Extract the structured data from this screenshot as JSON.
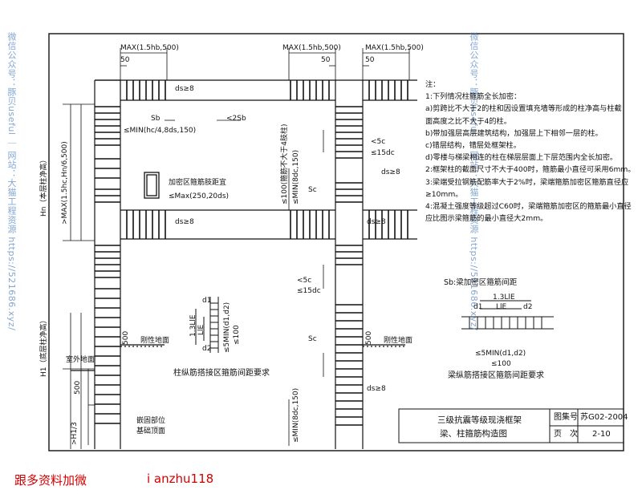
{
  "watermark_left": "微信公众号：豚贝useful ｜ 网站：大猫工程资源 https://521686.xyz/",
  "watermark_right": "微信公众号：豚贝useful ｜ 网站：大猫工程资源 https://521686.xyz/",
  "footer": {
    "left": "跟多资料加微",
    "right": "i anzhu118"
  },
  "dimensions": {
    "max_top": "MAX(1.5hb,500)",
    "d50": "50",
    "sb": "Sb",
    "lt2sb": "<2Sb",
    "min_hc": "≤MIN(hc/4,8ds,150)",
    "ds8": "ds≥8",
    "hn_label": "Hn（本层柱净高）",
    "hn_max": ">MAX(1.5hc,Hn/6,500)",
    "stirrup_spacing_label": "加密区箍筋肢距宜",
    "stirrup_spacing_value": "≤Max(250,20ds)",
    "sc": "Sc",
    "min8dc": "≤100(箍筋不大于4肢柱)",
    "min8dc2": "≤MIN(8dc,150)",
    "lt5c": "<5c",
    "lt15dc": "≤15dc",
    "h1_label": "H1（底层柱净高）",
    "ground_indoor": "室外地面",
    "ground_rigid": "刚性地面",
    "d500": "500",
    "h1_3": ">H1/3",
    "foundation": "嵌固部位",
    "foundation2": "基础顶面",
    "d1": "d1",
    "d2": "d2",
    "l13": "1.3LlE",
    "lle": "LlE",
    "min_d1d2": "≤5MIN(d1,d2)",
    "le100": "≤100",
    "col_splice_title": "柱纵筋搭接区箍筋间距要求",
    "beam_sb_title": "Sb:梁加密区箍筋间距",
    "beam_splice_title": "梁纵筋搭接区箍筋间距要求"
  },
  "notes": [
    "注：",
    "1:下列情况柱箍筋全长加密：",
    "  a)剪跨比不大于2的柱和因设置填充墙等形成的柱净高与柱截",
    "    面高度之比不大于4的柱。",
    "  b)带加强层高层建筑结构，加强层上下相邻一层的柱。",
    "  c)错层结构，错层处框架柱。",
    "  d)零楼与梯梁相连的柱在梯层层面上下层范围内全长加密。",
    "2:框架柱的截面尺寸不大于400时，箍筋最小直径可采用6mm。",
    "3:梁端受拉钢筋配筋率大于2%时，梁端箍筋加密区箍筋直径应",
    "    ≥10mm。",
    "4:混凝土强度等级超过C60时，梁端箍筋加密区的箍筋最小直径",
    "    应比图示梁箍筋的最小直径大2mm。"
  ],
  "title_block": {
    "title_line1": "三级抗震等级现浇框架",
    "title_line2": "梁、柱箍筋构造图",
    "atlas_label": "图集号",
    "atlas_value": "苏G02-2004",
    "page_label": "页　次",
    "page_value": "2-10"
  }
}
